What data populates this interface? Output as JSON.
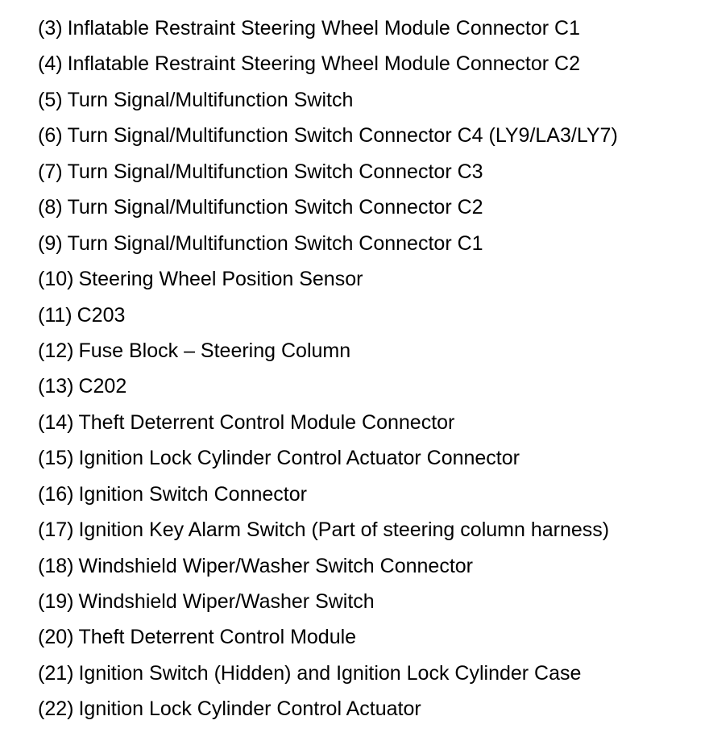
{
  "legend": {
    "items": [
      {
        "num": "(3)",
        "text": "Inflatable Restraint Steering Wheel Module Connector C1"
      },
      {
        "num": "(4)",
        "text": "Inflatable Restraint Steering Wheel Module Connector C2"
      },
      {
        "num": "(5)",
        "text": "Turn Signal/Multifunction Switch"
      },
      {
        "num": "(6)",
        "text": "Turn Signal/Multifunction Switch Connector C4 (LY9/LA3/LY7)"
      },
      {
        "num": "(7)",
        "text": "Turn Signal/Multifunction Switch Connector C3"
      },
      {
        "num": "(8)",
        "text": "Turn Signal/Multifunction Switch Connector C2"
      },
      {
        "num": "(9)",
        "text": "Turn Signal/Multifunction Switch Connector C1"
      },
      {
        "num": "(10)",
        "text": "Steering Wheel Position Sensor"
      },
      {
        "num": "(11)",
        "text": "C203"
      },
      {
        "num": "(12)",
        "text": "Fuse Block – Steering Column"
      },
      {
        "num": "(13)",
        "text": "C202"
      },
      {
        "num": "(14)",
        "text": "Theft Deterrent Control Module Connector"
      },
      {
        "num": "(15)",
        "text": "Ignition Lock Cylinder Control Actuator Connector"
      },
      {
        "num": "(16)",
        "text": "Ignition Switch Connector"
      },
      {
        "num": "(17)",
        "text": "Ignition Key Alarm Switch (Part of steering column harness)"
      },
      {
        "num": "(18)",
        "text": "Windshield Wiper/Washer Switch Connector"
      },
      {
        "num": "(19)",
        "text": "Windshield Wiper/Washer Switch"
      },
      {
        "num": "(20)",
        "text": "Theft Deterrent Control Module"
      },
      {
        "num": "(21)",
        "text": "Ignition Switch (Hidden) and Ignition Lock Cylinder Case"
      },
      {
        "num": "(22)",
        "text": "Ignition Lock Cylinder Control Actuator"
      }
    ]
  }
}
